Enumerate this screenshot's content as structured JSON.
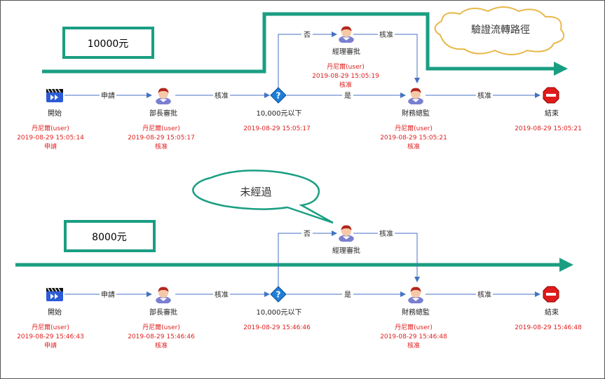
{
  "top": {
    "amount_label": "10000元",
    "cloud_label": "驗證流轉路徑",
    "edges": {
      "apply": "申請",
      "approve1": "核准",
      "yes": "是",
      "no": "否",
      "approve2": "核准",
      "approve3": "核准"
    },
    "nodes": {
      "start": {
        "label": "開始",
        "user": "丹尼爾(user)",
        "time": "2019-08-29 15:05:14",
        "action": "申請"
      },
      "dept": {
        "label": "部長審批",
        "user": "丹尼爾(user)",
        "time": "2019-08-29 15:05:17",
        "action": "核准"
      },
      "gate": {
        "label": "10,000元以下",
        "time": "2019-08-29 15:05:17"
      },
      "mgr": {
        "label": "經理審批",
        "user": "丹尼爾(user)",
        "time": "2019-08-29 15:05:19",
        "action": "核准"
      },
      "fin": {
        "label": "財務總監",
        "user": "丹尼爾(user)",
        "time": "2019-08-29 15:05:21",
        "action": "核准"
      },
      "end": {
        "label": "結束",
        "time": "2019-08-29 15:05:21"
      }
    }
  },
  "bottom": {
    "amount_label": "8000元",
    "bubble_label": "未經過",
    "edges": {
      "apply": "申請",
      "approve1": "核准",
      "yes": "是",
      "no": "否",
      "approve2": "核准",
      "approve3": "核准"
    },
    "nodes": {
      "start": {
        "label": "開始",
        "user": "丹尼爾(user)",
        "time": "2019-08-29 15:46:43",
        "action": "申請"
      },
      "dept": {
        "label": "部長審批",
        "user": "丹尼爾(user)",
        "time": "2019-08-29 15:46:46",
        "action": "核准"
      },
      "gate": {
        "label": "10,000元以下",
        "time": "2019-08-29 15:46:46"
      },
      "mgr": {
        "label": "經理審批"
      },
      "fin": {
        "label": "財務總監",
        "user": "丹尼爾(user)",
        "time": "2019-08-29 15:46:48",
        "action": "核准"
      },
      "end": {
        "label": "結束",
        "time": "2019-08-29 15:46:48"
      }
    }
  },
  "colors": {
    "teal": "#1a9e82",
    "flow_line": "#4472c4",
    "annotation_red": "#e02020",
    "cloud_fill": "#ffffff",
    "cloud_stroke": "#e8b84a"
  },
  "icons": {
    "start": "film-clapper-icon",
    "user": "user-person-icon",
    "gateway": "question-diamond-icon",
    "end": "stop-sign-icon"
  }
}
